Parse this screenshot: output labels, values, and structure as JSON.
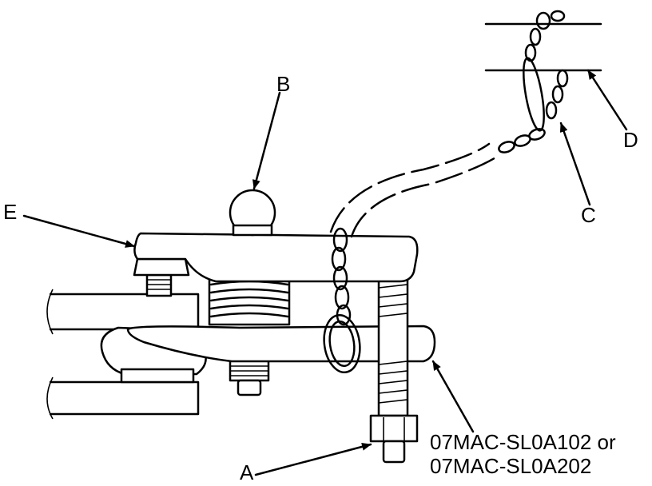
{
  "labels": {
    "a": "A",
    "b": "B",
    "c": "C",
    "d": "D",
    "e": "E"
  },
  "tool_part_number": {
    "line1": "07MAC-SL0A102 or",
    "line2": "07MAC-SL0A202"
  },
  "colors": {
    "ink": "#000000",
    "paper": "#ffffff"
  }
}
